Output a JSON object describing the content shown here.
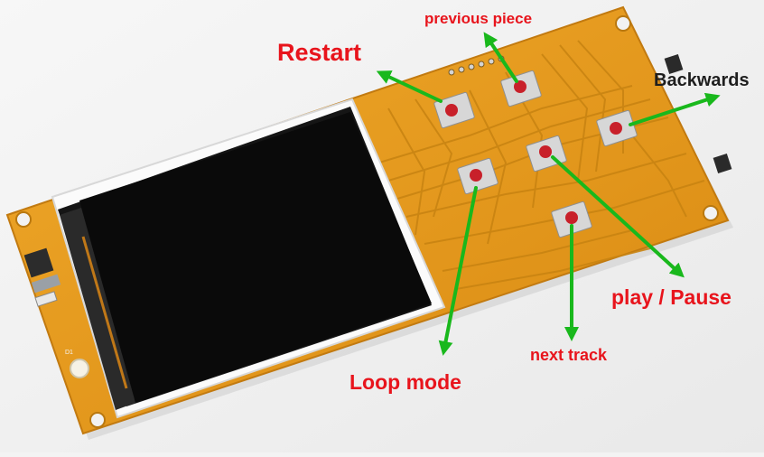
{
  "labels": {
    "restart": "Restart",
    "previous_piece": "previous piece",
    "backwards": "Backwards",
    "play_pause": "play / Pause",
    "next_track": "next track",
    "loop_mode": "Loop mode"
  },
  "colors": {
    "label_red": "#e8141c",
    "label_dark": "#1e1e1e",
    "arrow_green": "#19b81c",
    "pcb_orange": "#e69a1c",
    "screen_black": "#0a0a0a",
    "button_red": "#c8202a"
  }
}
